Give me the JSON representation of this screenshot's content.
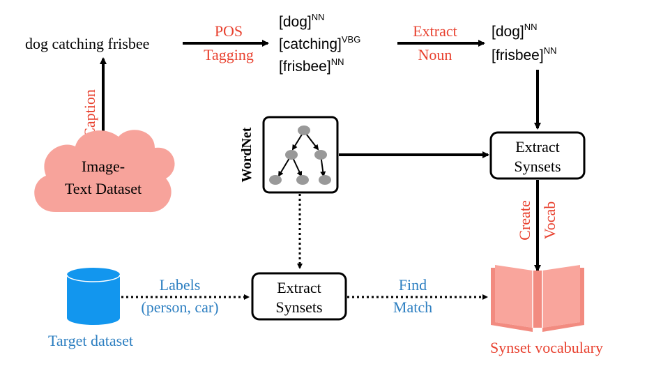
{
  "caption_text": "dog catching frisbee",
  "pos_tagging": {
    "line1": "POS",
    "line2": "Tagging"
  },
  "tagged_words": [
    {
      "word": "[dog]",
      "tag": "NN"
    },
    {
      "word": "[catching]",
      "tag": "VBG"
    },
    {
      "word": "[frisbee]",
      "tag": "NN"
    }
  ],
  "extract_noun": {
    "line1": "Extract",
    "line2": "Noun"
  },
  "nouns": [
    {
      "word": "[dog]",
      "tag": "NN"
    },
    {
      "word": "[frisbee]",
      "tag": "NN"
    }
  ],
  "caption_label": "Caption",
  "image_text_dataset": {
    "line1": "Image-",
    "line2": "Text Dataset"
  },
  "wordnet_label": "WordNet",
  "extract_synsets_top": {
    "line1": "Extract",
    "line2": "Synsets"
  },
  "create_vocab": {
    "line1": "Create",
    "line2": "Vocab"
  },
  "target_dataset_label": "Target dataset",
  "labels_edge": {
    "line1": "Labels",
    "line2": "(person, car)"
  },
  "extract_synsets_bottom": {
    "line1": "Extract",
    "line2": "Synsets"
  },
  "find_match": {
    "line1": "Find",
    "line2": "Match"
  },
  "synset_vocabulary_label": "Synset vocabulary",
  "colors": {
    "red_text": "#e8412f",
    "blue_text": "#2d7fc1",
    "cloud_fill": "#f7a39b",
    "cylinder_fill": "#1296ee",
    "book_fill": "#f9a59c",
    "node_fill": "#999999",
    "black": "#000000"
  },
  "icons": {
    "cloud": "cloud-icon",
    "wordnet": "tree-graph-icon",
    "database": "database-cylinder-icon",
    "book": "open-book-icon"
  }
}
